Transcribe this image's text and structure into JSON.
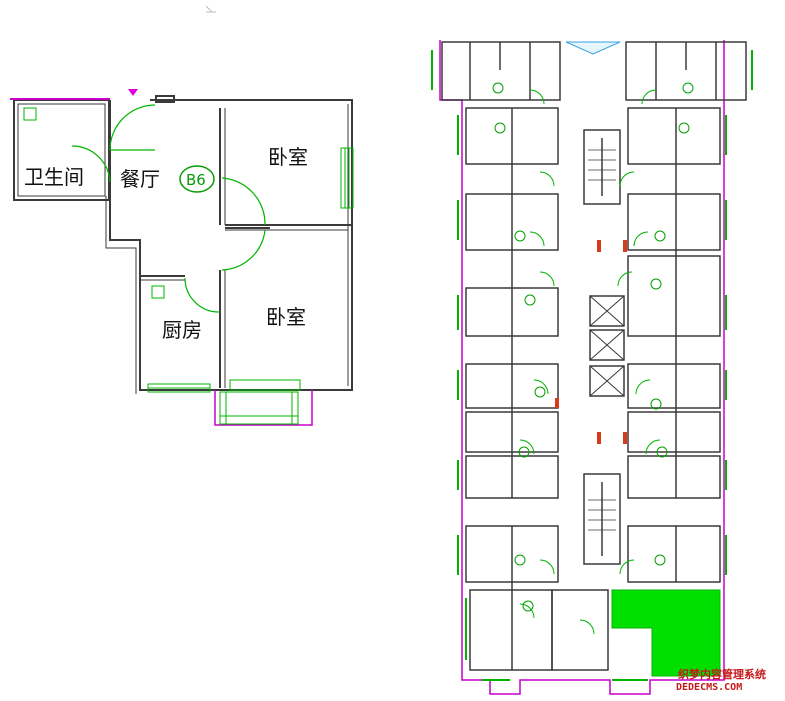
{
  "unit_plan": {
    "unit_code": "B6",
    "rooms": {
      "bathroom": "卫生间",
      "dining": "餐厅",
      "bedroom_top": "卧室",
      "bedroom_bottom": "卧室",
      "kitchen": "厨房"
    }
  },
  "colors": {
    "wall": "#3a3a3a",
    "door_swing": "#00b400",
    "window": "#00b400",
    "magenta": "#c800c8",
    "highlight_unit": "#00e000",
    "watermark": "#c51a1a"
  },
  "watermark": {
    "line1": "织梦内容管理系统",
    "line2": "DEDECMS.COM"
  }
}
